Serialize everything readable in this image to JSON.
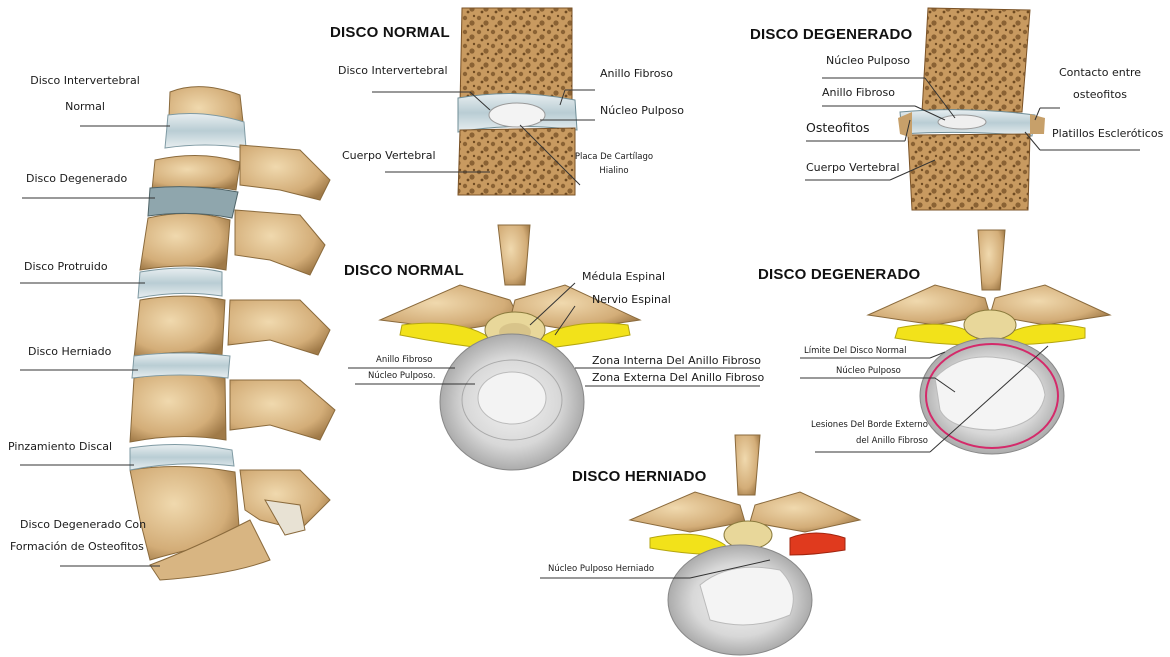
{
  "titles": {
    "normal_side": "DISCO NORMAL",
    "degenerated_side": "DISCO DEGENERADO",
    "normal_top": "DISCO NORMAL",
    "degenerated_top": "DISCO DEGENERADO",
    "herniated_top": "DISCO HERNIADO"
  },
  "spine_labels": {
    "normal_line1": "Disco Intervertebral",
    "normal_line2": "Normal",
    "degenerated": "Disco Degenerado",
    "protruded": "Disco Protruido",
    "herniated": "Disco Herniado",
    "pinched": "Pinzamiento Discal",
    "osteophyte_line1": "Disco Degenerado Con",
    "osteophyte_line2": "Formación de Osteofitos"
  },
  "normal_side_labels": {
    "intervertebral_disc": "Disco Intervertebral",
    "annulus": "Anillo Fibroso",
    "nucleus": "Núcleo Pulposo",
    "vertebral_body": "Cuerpo Vertebral",
    "cartilage_line1": "Placa De Cartílago",
    "cartilage_line2": "Hialino"
  },
  "degenerated_side_labels": {
    "nucleus": "Núcleo Pulposo",
    "annulus": "Anillo Fibroso",
    "osteophytes": "Osteofitos",
    "vertebral_body": "Cuerpo Vertebral",
    "contact_line1": "Contacto entre",
    "contact_line2": "osteofitos",
    "sclerotic_plates": "Platillos Escleróticos"
  },
  "normal_top_labels": {
    "spinal_cord": "Médula Espinal",
    "spinal_nerve": "Nervio Espinal",
    "annulus": "Anillo Fibroso",
    "nucleus": "Núcleo Pulposo.",
    "inner_zone": "Zona Interna Del Anillo Fibroso",
    "outer_zone": "Zona Externa Del Anillo Fibroso"
  },
  "degenerated_top_labels": {
    "normal_limit": "Límite Del Disco Normal",
    "nucleus": "Núcleo Pulposo",
    "lesions_line1": "Lesiones Del Borde Externo",
    "lesions_line2": "del Anillo Fibroso"
  },
  "herniated_top_labels": {
    "herniated_nucleus": "Núcleo Pulposo Herniado"
  },
  "colors": {
    "bone": "#d9b98a",
    "bone_dark": "#a8814e",
    "disc": "#c9d9df",
    "nerve": "#f2e21a",
    "lesion": "#d42a6a",
    "hernia": "#e03a1e"
  }
}
